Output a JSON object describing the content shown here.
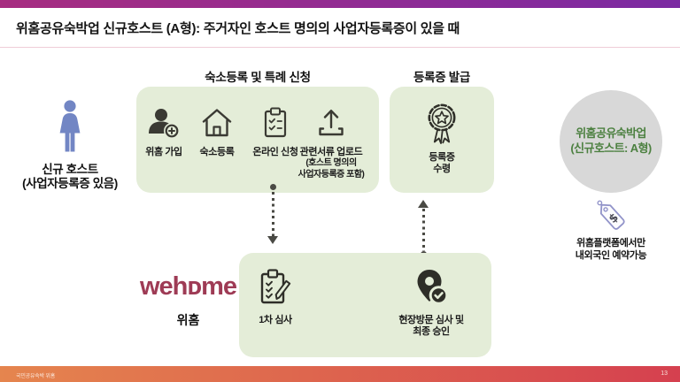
{
  "page": {
    "title": "위홈공유숙박업 신규호스트 (A형): 주거자인 호스트 명의의 사업자등록증이 있을 때",
    "footer_left": "국민공유숙박 위홈",
    "page_number": "13"
  },
  "actor": {
    "line1": "신규 호스트",
    "line2": "(사업자등록증 있음)"
  },
  "reg": {
    "header": "숙소등록 및 특례 신청",
    "steps": [
      {
        "icon": "person-add-icon",
        "label": "위홈 가입"
      },
      {
        "icon": "house-icon",
        "label": "숙소등록"
      },
      {
        "icon": "clipboard-check-icon",
        "label": "온라인 신청"
      },
      {
        "icon": "upload-icon",
        "label": "관련서류 업로드",
        "sub1": "(호스트 명의의",
        "sub2": "사업자등록증 포함)"
      }
    ]
  },
  "cert": {
    "header": "등록증 발급",
    "step": {
      "icon": "badge-icon",
      "line1": "등록증",
      "line2": "수령"
    }
  },
  "review": {
    "owner_logo": "wehᴅme",
    "owner_label": "위홈",
    "steps": [
      {
        "icon": "clipboard-pencil-icon",
        "label": "1차 심사"
      },
      {
        "icon": "location-check-icon",
        "line1": "현장방문 심사 및",
        "line2": "최종 승인"
      }
    ]
  },
  "result": {
    "circle_line1": "위홈공유숙박업",
    "circle_line2": "(신규호스트: A형)",
    "note_line1": "위홈플랫폼에서만",
    "note_line2": "내외국인 예약가능"
  },
  "colors": {
    "top_bar_start": "#a72c80",
    "top_bar_end": "#7b2aa2",
    "box_green": "#e4edd8",
    "icon_dark": "#3a3a33",
    "actor_blue": "#7286c4",
    "circle_gray": "#d8d8d8",
    "circle_text_green": "#4c8040",
    "logo_maroon": "#9e3b55",
    "tag_purple": "#9193c9",
    "title_underline": "#efccd7",
    "footer_start": "#e5854e",
    "footer_end": "#d5404f"
  }
}
